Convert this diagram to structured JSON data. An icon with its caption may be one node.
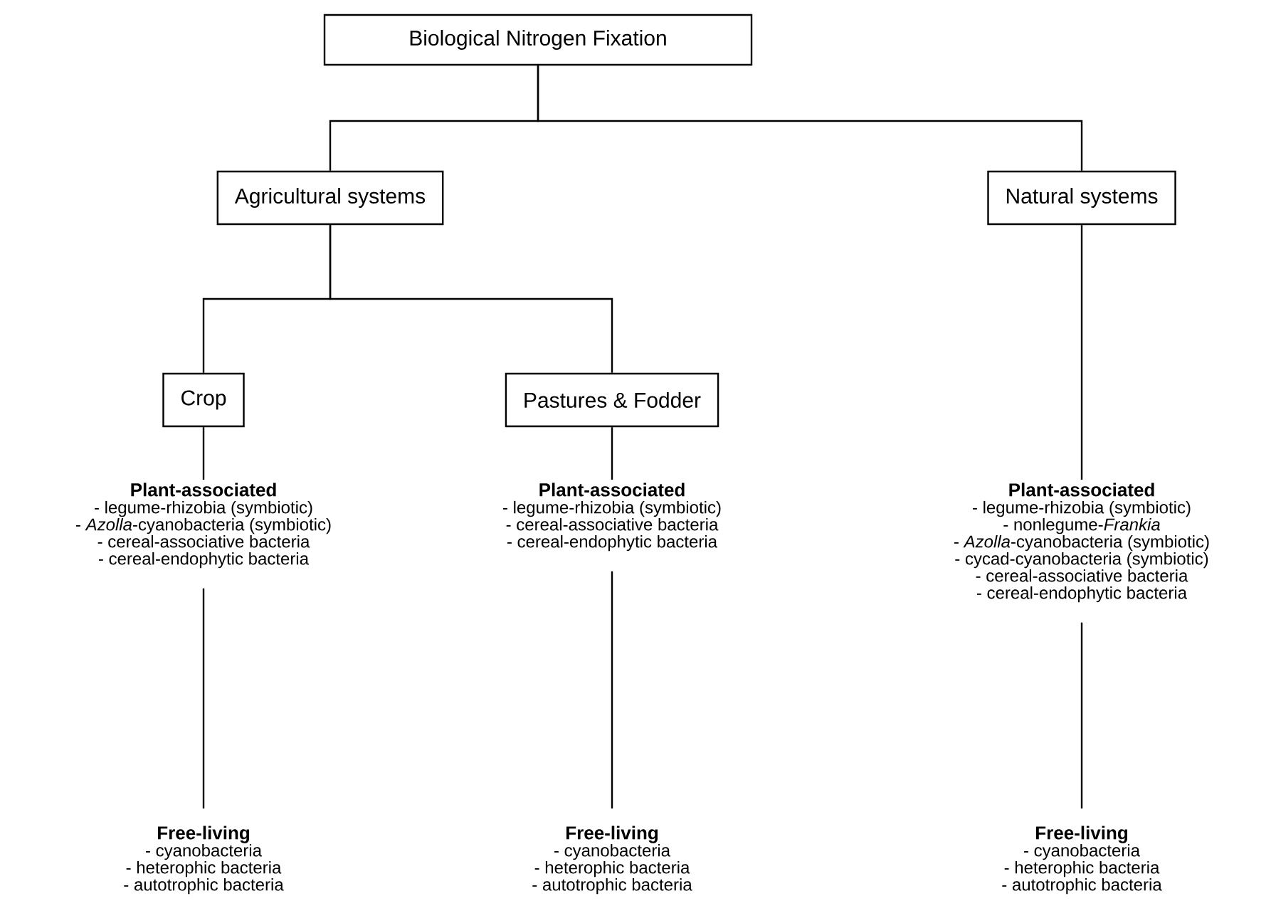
{
  "diagram": {
    "nodes": [
      {
        "text": [
          "Biological Nitrogen Fixation"
        ]
      },
      {
        "text": [
          "Agricultural systems"
        ]
      },
      {
        "text": [
          "Natural systems"
        ]
      },
      {
        "text": [
          "Crop"
        ]
      },
      {
        "text": [
          "Pastures & Fodder"
        ]
      },
      {
        "text": [
          "Plant-associated",
          "- legume-rhizobia (symbiotic)",
          "- *Azolla*-cyanobacteria (symbiotic)",
          "- cereal-associative bacteria",
          "- cereal-endophytic bacteria"
        ]
      },
      {
        "text": [
          "Free-living",
          "- cyanobacteria",
          "- heterophic bacteria",
          "- autotrophic bacteria"
        ]
      },
      {
        "text": [
          "Plant-associated",
          "- legume-rhizobia (symbiotic)",
          "- cereal-associative bacteria",
          "- cereal-endophytic bacteria"
        ]
      },
      {
        "text": [
          "Free-living",
          "- cyanobacteria",
          "- heterophic bacteria",
          "- autotrophic bacteria"
        ]
      },
      {
        "text": [
          "Plant-associated",
          "- legume-rhizobia (symbiotic)",
          "- nonlegume-*Frankia*",
          "- *Azolla*-cyanobacteria (symbiotic)",
          "- cycad-cyanobacteria (symbiotic)",
          "- cereal-associative bacteria",
          "- cereal-endophytic bacteria"
        ]
      },
      {
        "text": [
          "Free-living",
          "- cyanobacteria",
          "- heterophic bacteria",
          "- autotrophic bacteria"
        ]
      }
    ],
    "edges": [
      {
        "from": 0,
        "to": 1,
        "arrow": "none"
      },
      {
        "from": 0,
        "to": 2,
        "arrow": "none"
      },
      {
        "from": 1,
        "to": 3,
        "arrow": "none"
      },
      {
        "from": 1,
        "to": 4,
        "arrow": "none"
      },
      {
        "from": 3,
        "to": 5,
        "arrow": "none"
      },
      {
        "from": 4,
        "to": 7,
        "arrow": "none"
      },
      {
        "from": 5,
        "to": 6,
        "arrow": "none"
      },
      {
        "from": 7,
        "to": 8,
        "arrow": "none"
      },
      {
        "from": 2,
        "to": 9,
        "arrow": "none"
      },
      {
        "from": 9,
        "to": 10,
        "arrow": "none"
      }
    ]
  }
}
